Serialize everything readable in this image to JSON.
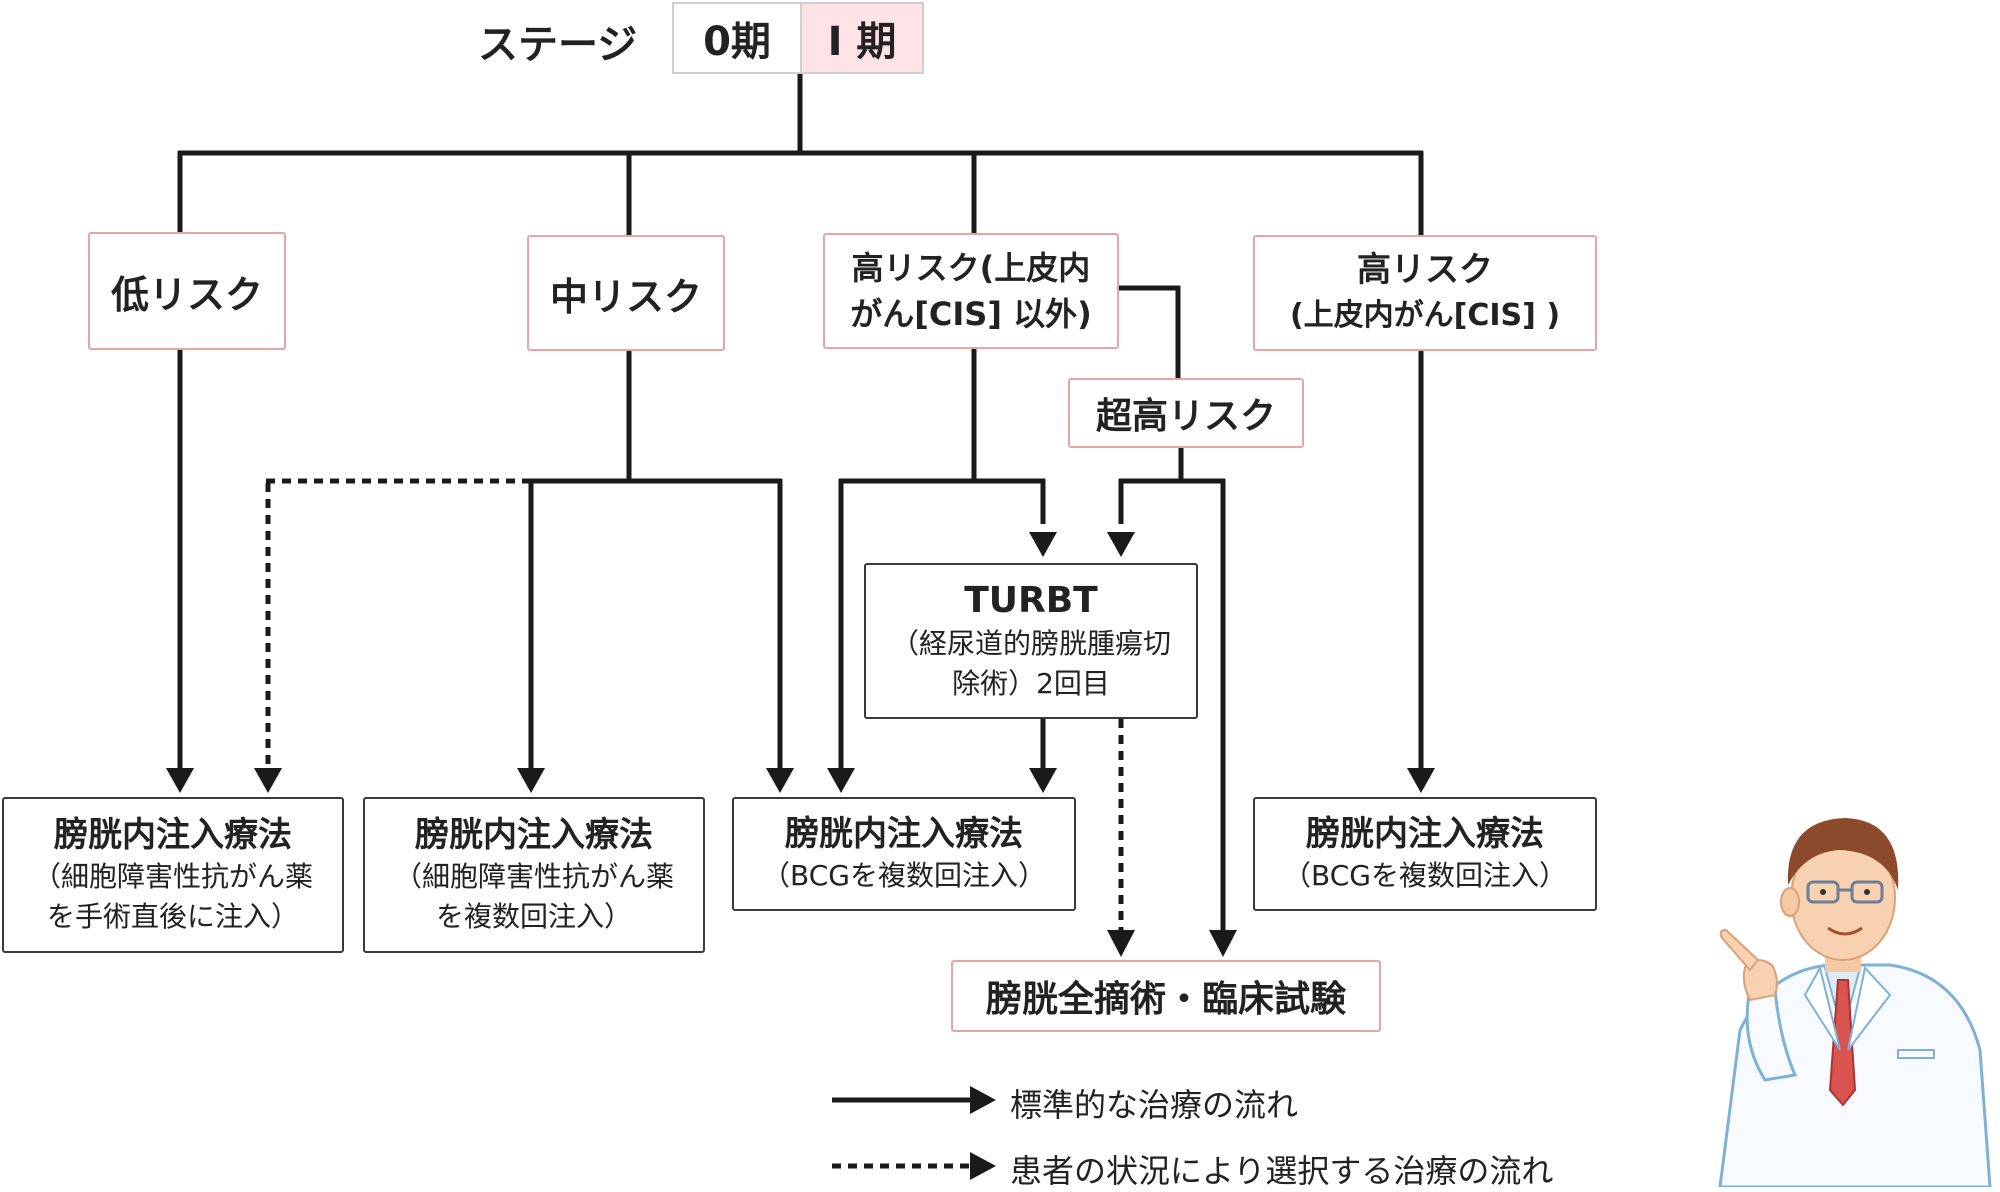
{
  "stage": {
    "label": "ステージ",
    "options": [
      "0期",
      "I 期"
    ],
    "selected": "I 期",
    "highlight_color": "#fde3e6"
  },
  "risks": {
    "low": "低リスク",
    "mid": "中リスク",
    "high_non_cis_line1": "高リスク(上皮内",
    "high_non_cis_line2": "がん[CIS] 以外)",
    "ultra_high": "超高リスク",
    "high_cis_line1": "高リスク",
    "high_cis_line2": "(上皮内がん[CIS] )"
  },
  "turbt": {
    "title": "TURBT",
    "line1": "（経尿道的膀胱腫瘍切",
    "line2": "除術）2回目"
  },
  "treatments": {
    "t1": {
      "title": "膀胱内注入療法",
      "line1": "（細胞障害性抗がん薬",
      "line2": "を手術直後に注入）"
    },
    "t2": {
      "title": "膀胱内注入療法",
      "line1": "（細胞障害性抗がん薬",
      "line2": "を複数回注入）"
    },
    "t3": {
      "title": "膀胱内注入療法",
      "line1": "（BCGを複数回注入）"
    },
    "t4": {
      "title": "膀胱内注入療法",
      "line1": "（BCGを複数回注入）"
    },
    "cystectomy": "膀胱全摘術・臨床試験"
  },
  "legend": {
    "standard": "標準的な治療の流れ",
    "optional": "患者の状況により選択する治療の流れ"
  },
  "colors": {
    "risk_border": "#e8a3a8",
    "line": "#1a1a1a"
  },
  "illustration": "doctor-pointing"
}
